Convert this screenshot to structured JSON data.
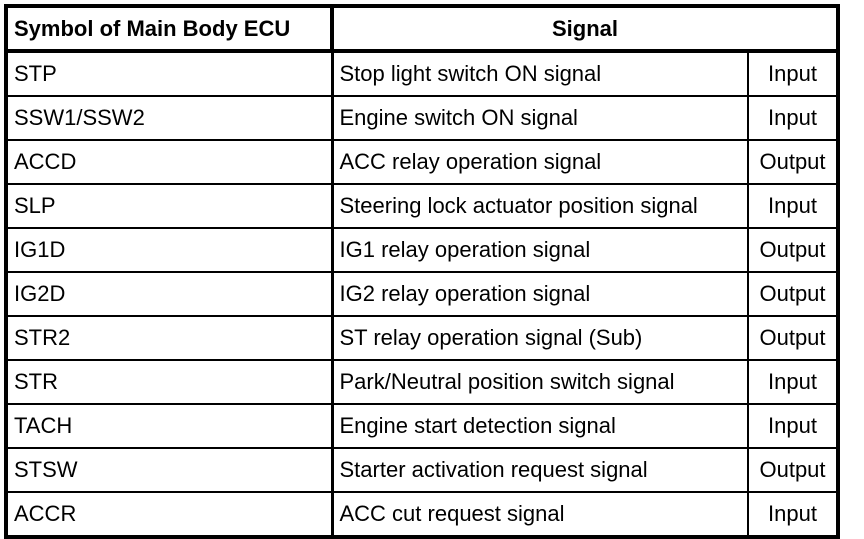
{
  "table": {
    "columns": {
      "symbol_header": "Symbol of Main Body ECU",
      "signal_header": "Signal",
      "direction_header": ""
    },
    "rows": [
      {
        "symbol": "STP",
        "signal": "Stop light switch ON signal",
        "direction": "Input"
      },
      {
        "symbol": "SSW1/SSW2",
        "signal": "Engine switch ON signal",
        "direction": "Input"
      },
      {
        "symbol": "ACCD",
        "signal": "ACC relay operation signal",
        "direction": "Output"
      },
      {
        "symbol": "SLP",
        "signal": "Steering lock actuator position signal",
        "direction": "Input"
      },
      {
        "symbol": "IG1D",
        "signal": "IG1 relay operation signal",
        "direction": "Output"
      },
      {
        "symbol": "IG2D",
        "signal": "IG2 relay operation signal",
        "direction": "Output"
      },
      {
        "symbol": "STR2",
        "signal": "ST relay operation signal (Sub)",
        "direction": "Output"
      },
      {
        "symbol": "STR",
        "signal": "Park/Neutral position switch signal",
        "direction": "Input"
      },
      {
        "symbol": "TACH",
        "signal": "Engine start detection signal",
        "direction": "Input"
      },
      {
        "symbol": "STSW",
        "signal": "Starter activation request signal",
        "direction": "Output"
      },
      {
        "symbol": "ACCR",
        "signal": "ACC cut request signal",
        "direction": "Input"
      }
    ]
  },
  "colors": {
    "border": "#000000",
    "background": "#ffffff",
    "text": "#000000"
  }
}
